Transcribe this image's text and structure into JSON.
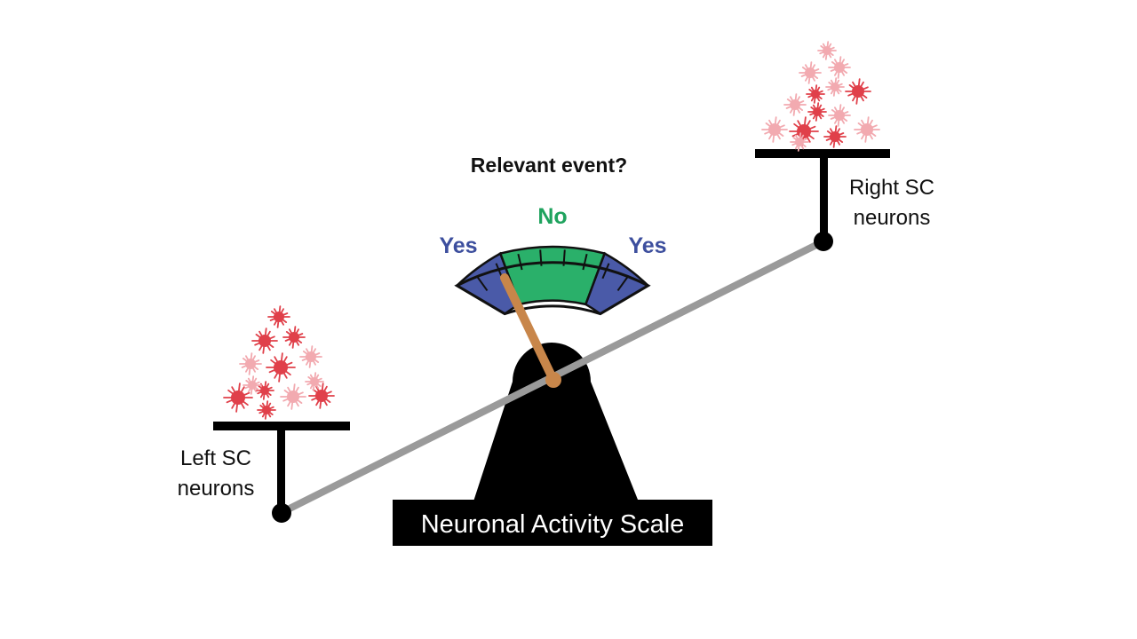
{
  "question": "Relevant event?",
  "gauge": {
    "label_left": "Yes",
    "label_center": "No",
    "label_right": "Yes",
    "needle_position": "left Yes zone",
    "colors": {
      "yes": "#4a5aa8",
      "no": "#2ab06a",
      "needle": "#c8864a"
    }
  },
  "base_label": "Neuronal Activity Scale",
  "left_group": {
    "line1": "Left SC",
    "line2": "neurons"
  },
  "right_group": {
    "line1": "Right SC",
    "line2": "neurons"
  },
  "neuron_colors": {
    "active": "#e0404a",
    "inactive": "#f2aab0"
  },
  "beam_tilt": "right side raised",
  "beam_color": "#9a9a9a"
}
